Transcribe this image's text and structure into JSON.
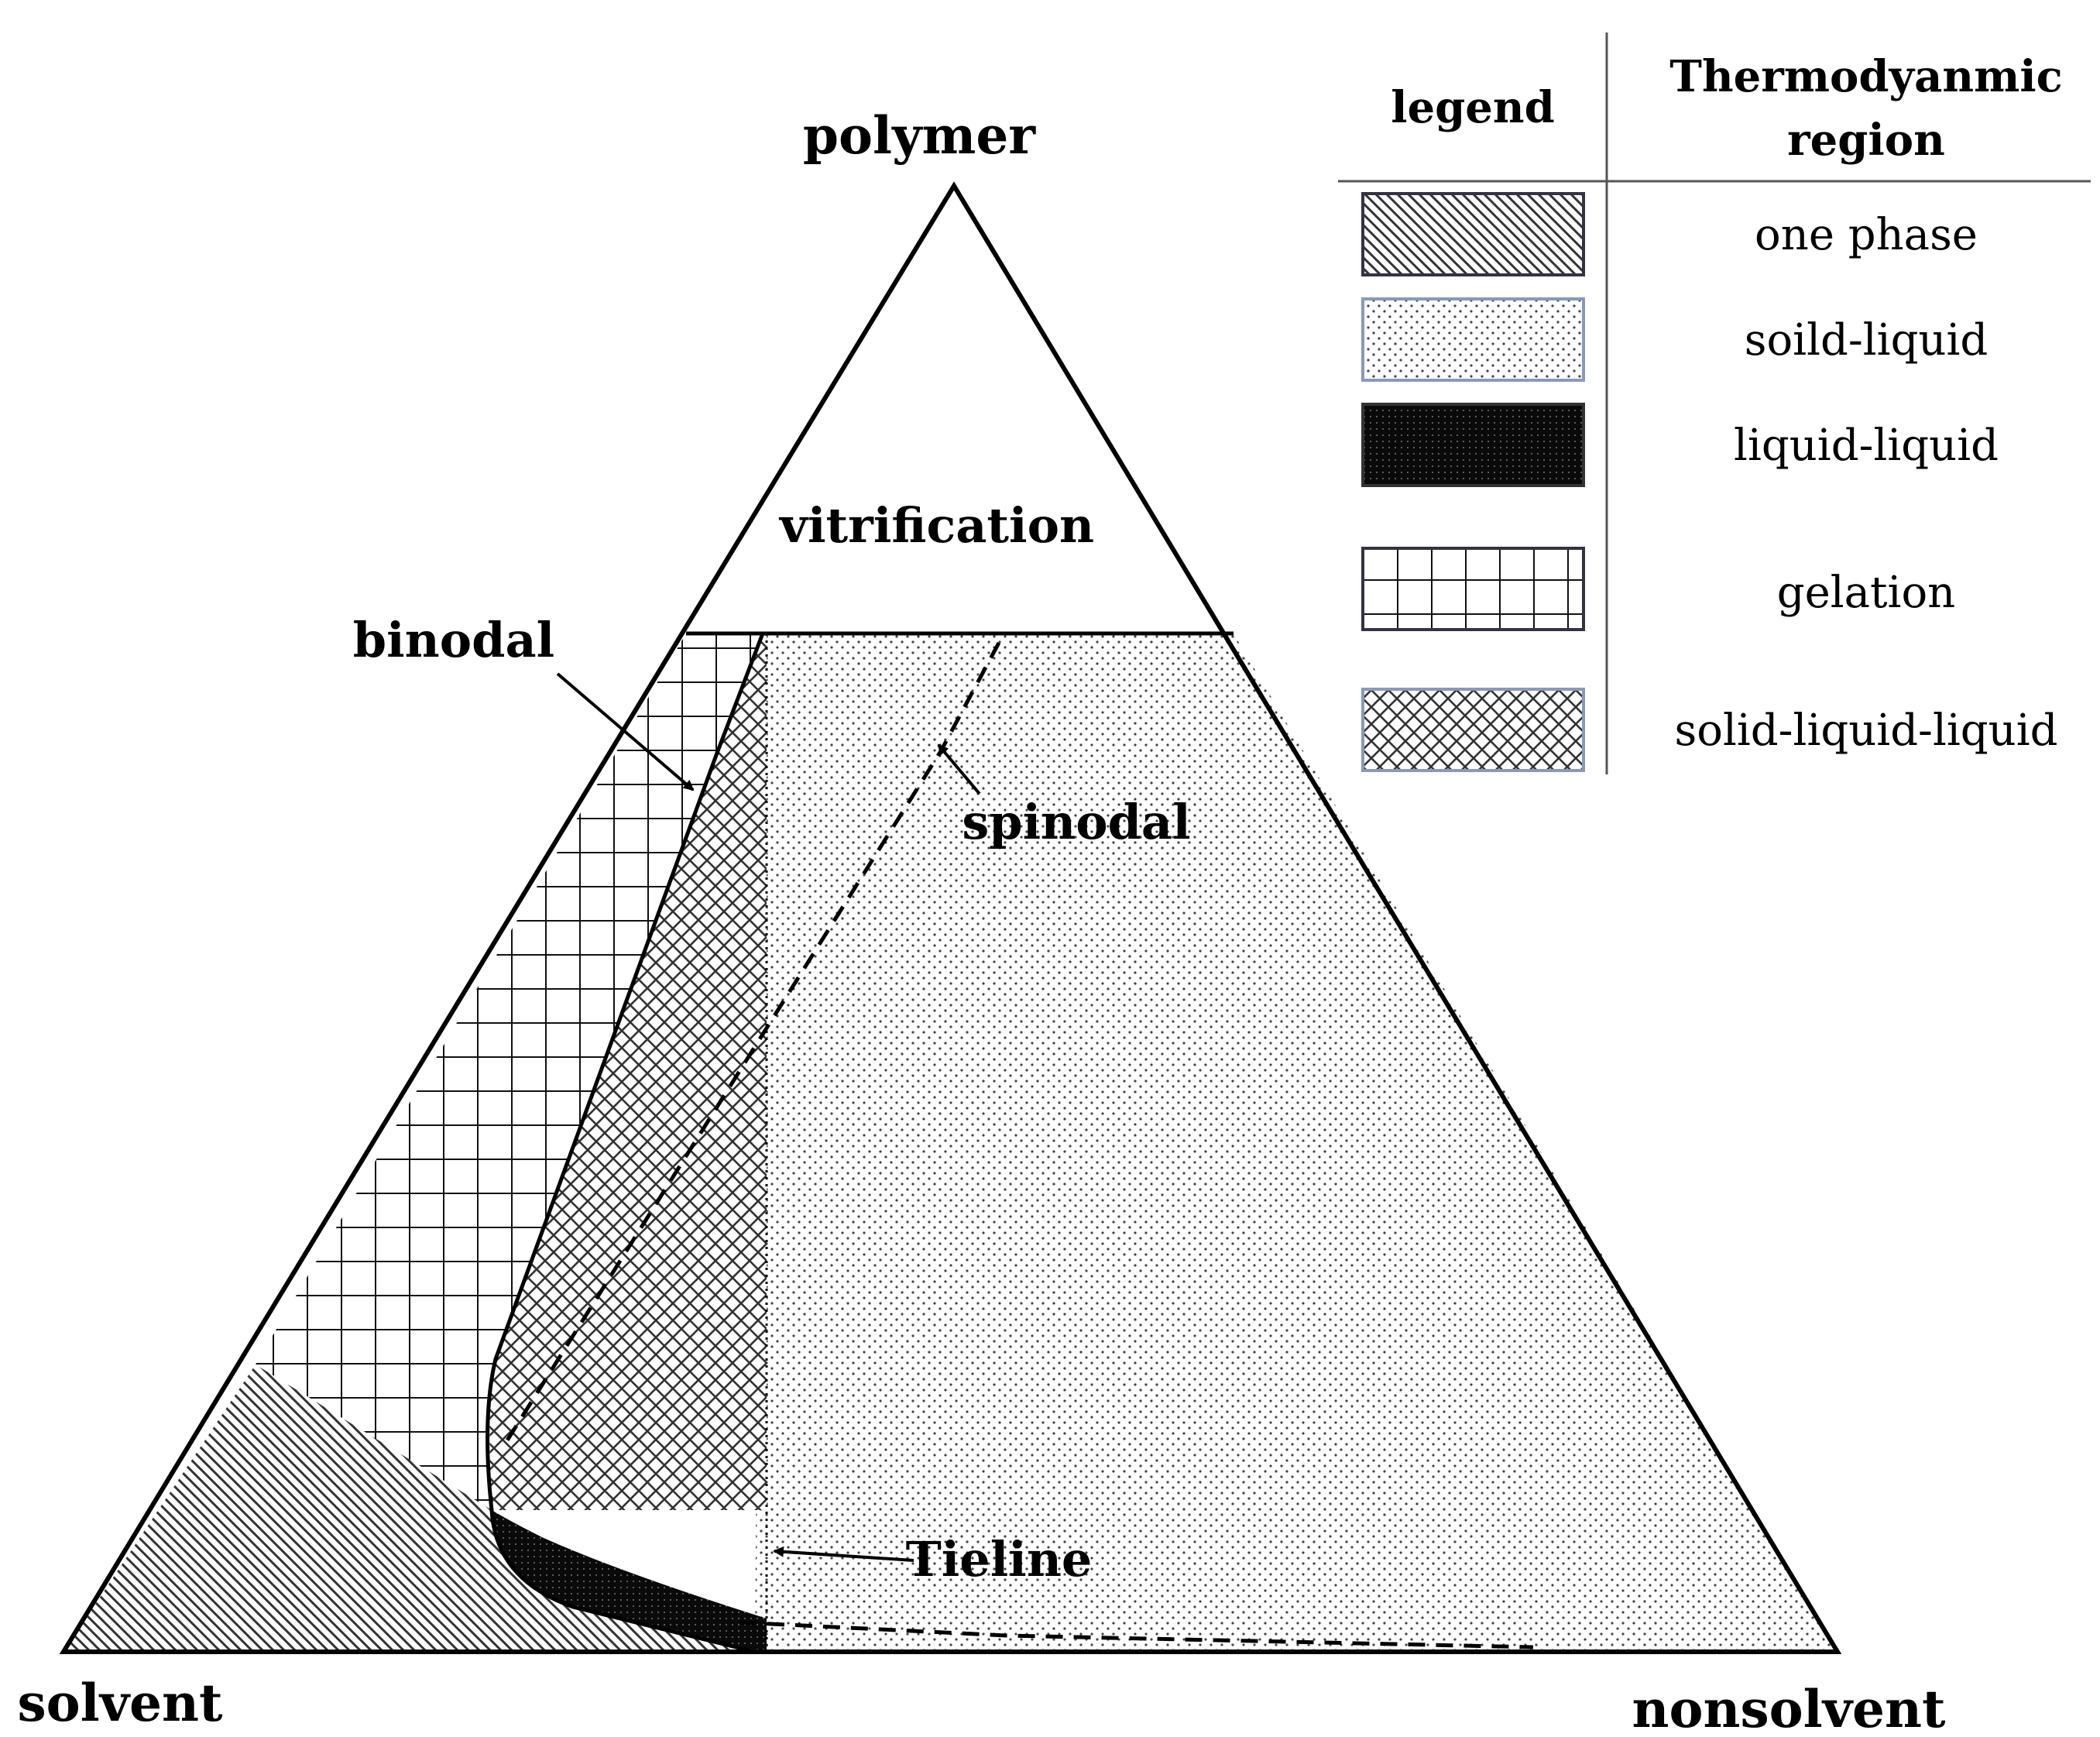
{
  "vertices": {
    "top": "polymer",
    "bottom_left": "solvent",
    "bottom_right": "nonsolvent"
  },
  "annotations": {
    "vitrification": "vitrification",
    "binodal": "binodal",
    "spinodal": "spinodal",
    "tieline": "Tieline"
  },
  "legend": {
    "header_legend": "legend",
    "header_region_line1": "Thermodyanmic",
    "header_region_line2": "region",
    "entries": [
      {
        "pattern": "diagonal-hatch",
        "region": "one phase"
      },
      {
        "pattern": "fine-dots",
        "region": "soild-liquid"
      },
      {
        "pattern": "dense-black",
        "region": "liquid-liquid"
      },
      {
        "pattern": "square-grid",
        "region": "gelation"
      },
      {
        "pattern": "diamond-crosshatch",
        "region": "solid-liquid-liquid"
      }
    ]
  },
  "colors": {
    "line": "#000000",
    "background": "#ffffff"
  }
}
